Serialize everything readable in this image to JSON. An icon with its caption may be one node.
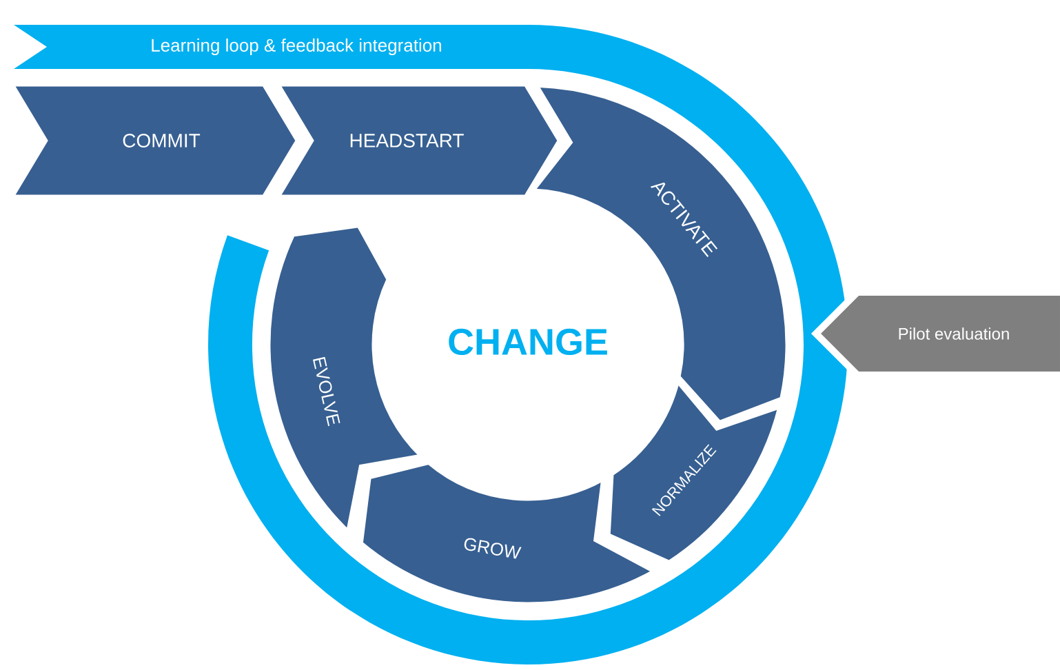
{
  "diagram": {
    "nodes": [
      {
        "text": [
          "Learning loop & feedback integration"
        ]
      },
      {
        "text": [
          "COMMIT"
        ]
      },
      {
        "text": [
          "HEADSTART"
        ]
      },
      {
        "text": [
          "ACTIVATE"
        ]
      },
      {
        "text": [
          "NORMALIZE"
        ]
      },
      {
        "text": [
          "GROW"
        ]
      },
      {
        "text": [
          "EVOLVE"
        ]
      },
      {
        "text": [
          "Pilot evaluation"
        ]
      }
    ],
    "labels": [
      "CHANGE"
    ]
  }
}
